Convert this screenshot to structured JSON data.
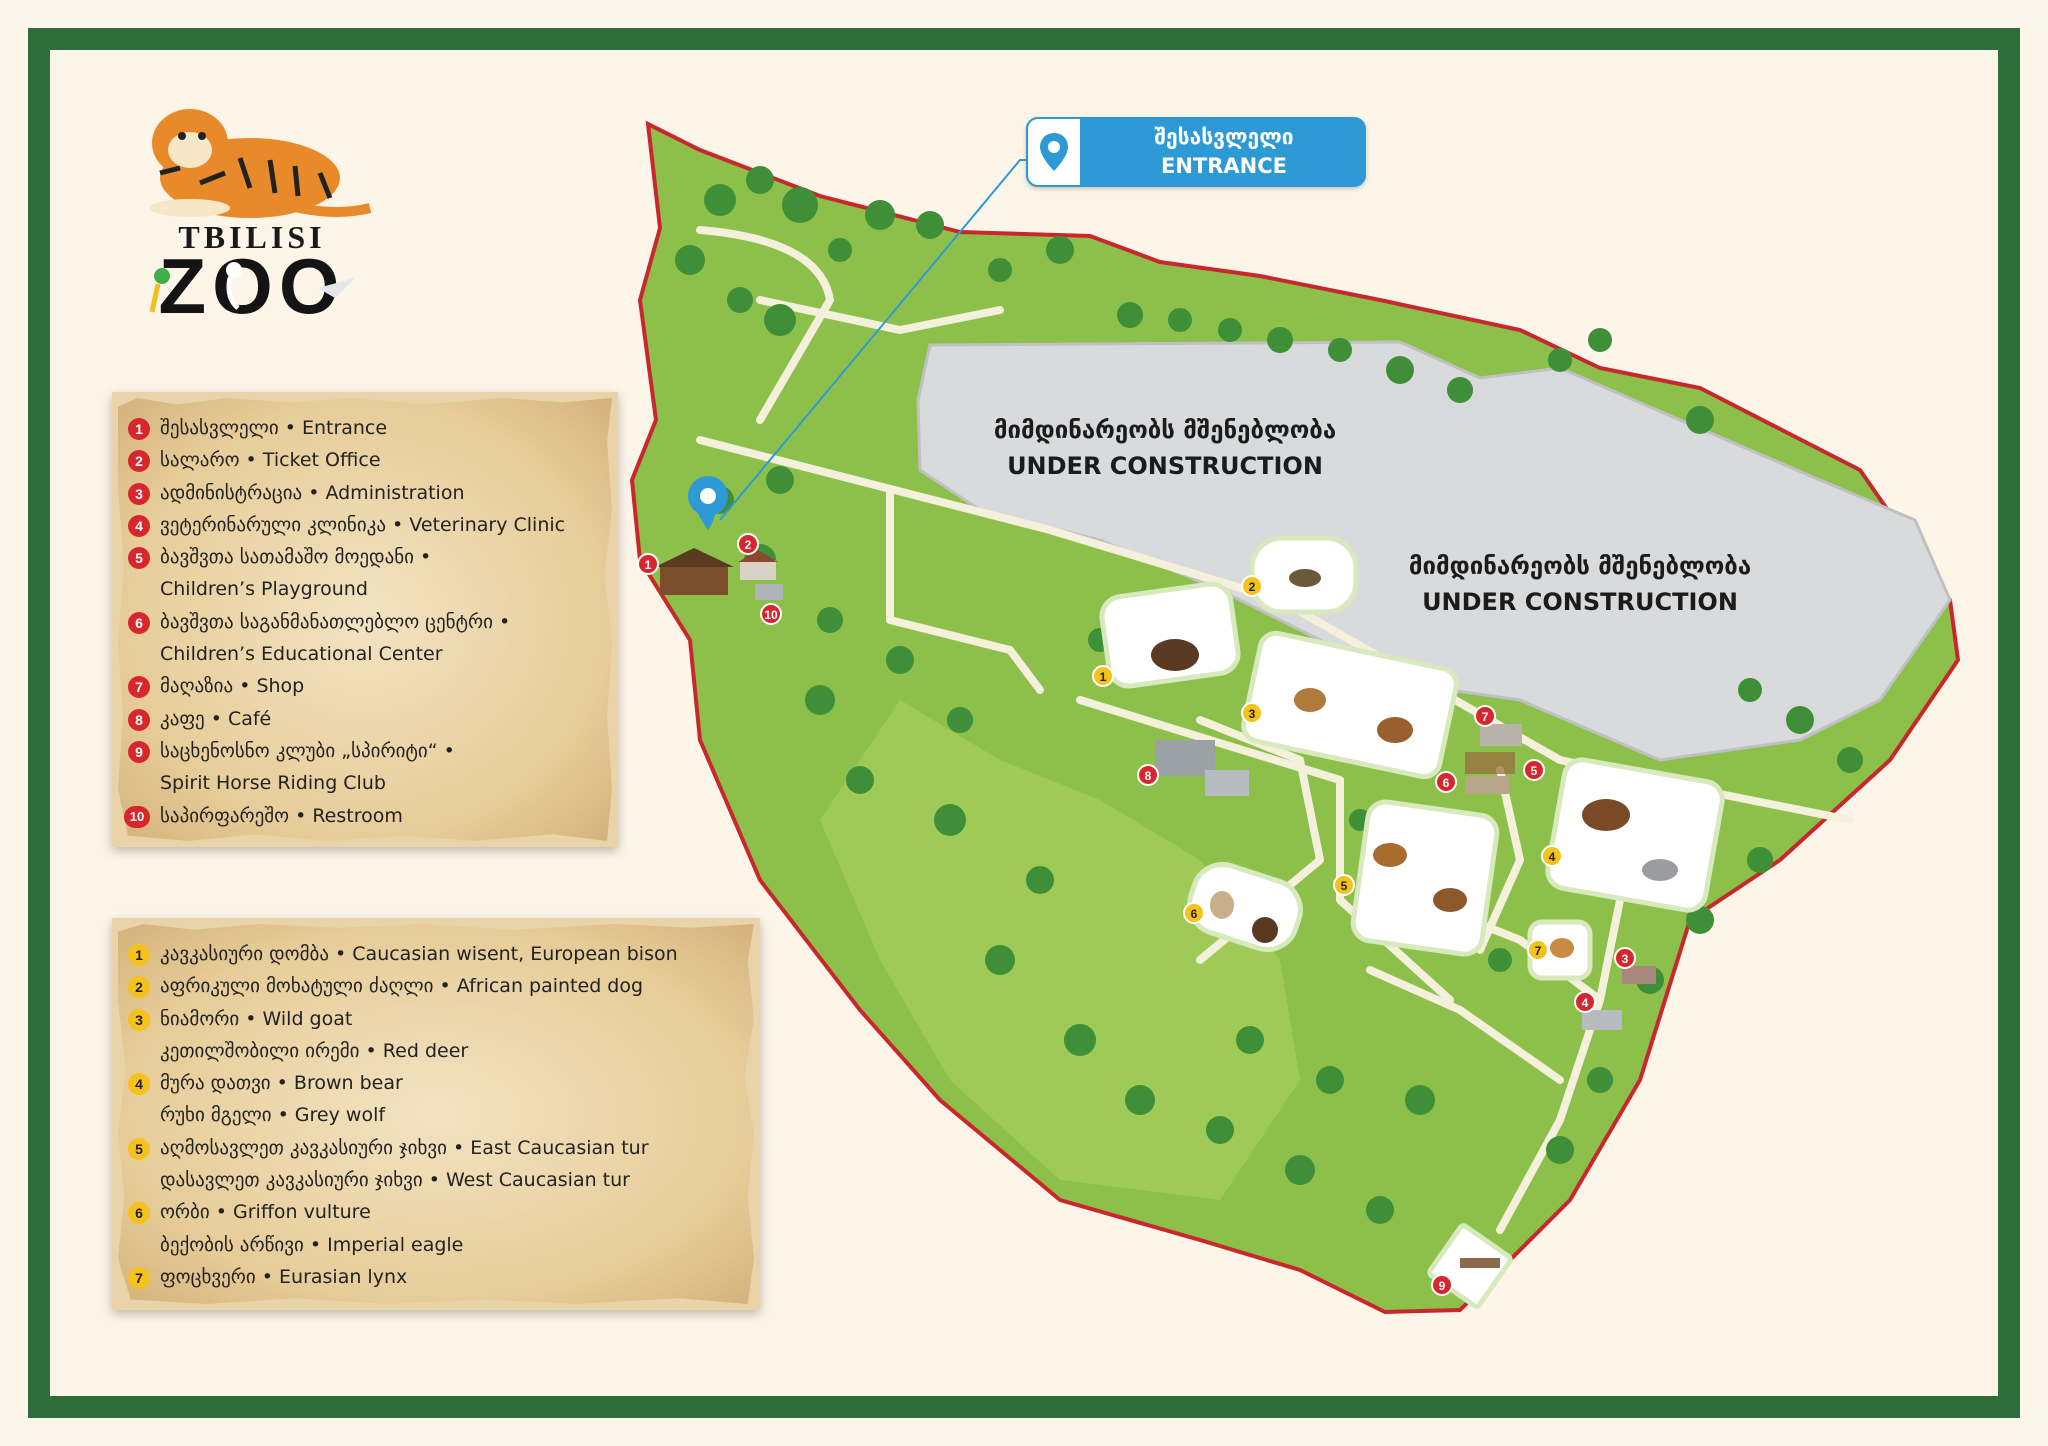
{
  "logo": {
    "line1": "TBILISI",
    "line2": "ZOO"
  },
  "entrance_callout": {
    "label_ka": "შესასვლელი",
    "label_en": "ENTRANCE"
  },
  "construction": {
    "label_ka": "მიმდინარეობს მშენებლობა",
    "label_en": "UNDER CONSTRUCTION"
  },
  "facilities_legend": [
    {
      "num": "1",
      "text": "შესასვლელი • Entrance"
    },
    {
      "num": "2",
      "text": "სალარო • Ticket Office"
    },
    {
      "num": "3",
      "text": "ადმინისტრაცია • Administration"
    },
    {
      "num": "4",
      "text": "ვეტერინარული კლინიკა • Veterinary Clinic"
    },
    {
      "num": "5",
      "text": "ბავშვთა სათამაშო მოედანი •",
      "cont": "Children’s Playground"
    },
    {
      "num": "6",
      "text": "ბავშვთა საგანმანათლებლო ცენტრი •",
      "cont": "Children’s Educational Center"
    },
    {
      "num": "7",
      "text": "მაღაზია • Shop"
    },
    {
      "num": "8",
      "text": "კაფე • Café"
    },
    {
      "num": "9",
      "text": "საცხენოსნო კლუბი „სპირიტი“ •",
      "cont": "Spirit Horse Riding Club"
    },
    {
      "num": "10",
      "text": "საპირფარეშო • Restroom"
    }
  ],
  "animals_legend": [
    {
      "num": "1",
      "lines": [
        "კავკასიური დომბა • Caucasian wisent, European bison"
      ]
    },
    {
      "num": "2",
      "lines": [
        "აფრიკული მოხატული ძაღლი • African painted dog"
      ]
    },
    {
      "num": "3",
      "lines": [
        "ნიამორი • Wild goat",
        "კეთილშობილი ირემი • Red deer"
      ]
    },
    {
      "num": "4",
      "lines": [
        "მურა დათვი • Brown bear",
        "რუხი მგელი • Grey wolf"
      ]
    },
    {
      "num": "5",
      "lines": [
        "აღმოსავლეთ კავკასიური ჯიხვი • East Caucasian tur",
        "დასავლეთ კავკასიური ჯიხვი • West Caucasian tur"
      ]
    },
    {
      "num": "6",
      "lines": [
        "ორბი • Griffon vulture",
        "ბექობის არწივი • Imperial eagle"
      ]
    },
    {
      "num": "7",
      "lines": [
        "ფოცხვერი • Eurasian lynx"
      ]
    }
  ],
  "map_markers": {
    "facilities": [
      "1",
      "2",
      "3",
      "4",
      "5",
      "6",
      "7",
      "8",
      "9",
      "10"
    ],
    "enclosures": [
      "1",
      "2",
      "3",
      "4",
      "5",
      "6",
      "7"
    ]
  },
  "colors": {
    "frame_green": "#2f6e3b",
    "background": "#fdf5e8",
    "park_green": "#8cc04a",
    "boundary_red": "#c8272d",
    "construction_grey": "#d9dadb",
    "facility_marker_red": "#d7262d",
    "enclosure_marker_yellow": "#f4c21a",
    "entrance_blue": "#2d9ad6"
  }
}
